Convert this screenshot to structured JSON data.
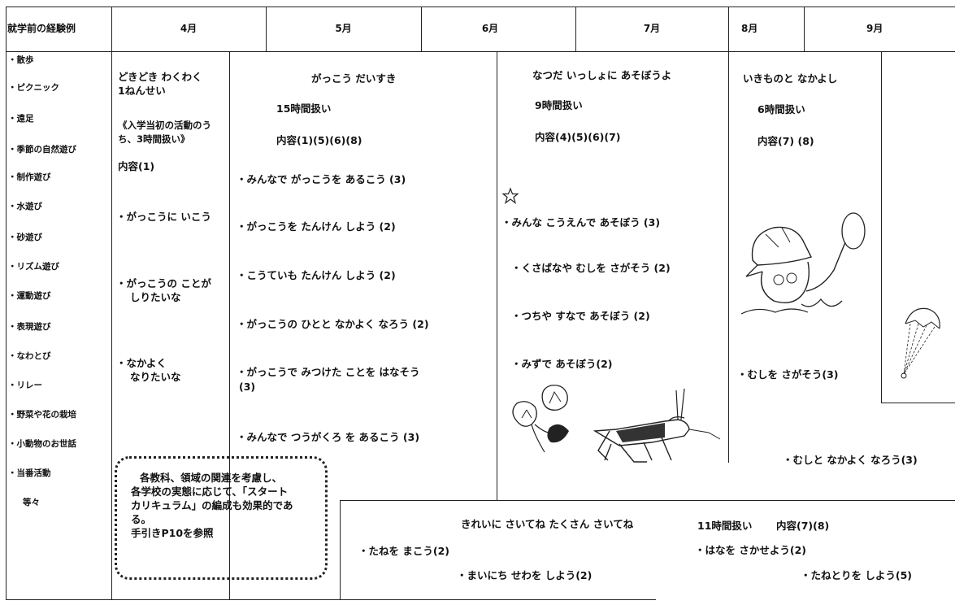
{
  "header": {
    "col0": "就学前の経験例",
    "apr": "4月",
    "may": "5月",
    "jun": "6月",
    "jul": "7月",
    "aug": "8月",
    "sep": "9月"
  },
  "experiences": [
    "・散歩",
    "・ピクニック",
    "・遠足",
    "・季節の自然遊び",
    "・制作遊び",
    "・水遊び",
    "・砂遊び",
    "・リズム遊び",
    "・運動遊び",
    "・表現遊び",
    "・なわとび",
    "・リレー",
    "・野菜や花の栽培",
    "・小動物のお世話",
    "・当番活動",
    "等々"
  ],
  "unit1": {
    "title1": "どきどき わくわく",
    "title2": "1ねんせい",
    "note1": "《入学当初の活動のう",
    "note2": "ち、3時間扱い》",
    "content": "内容(1)",
    "a1": "・がっこうに いこう",
    "a2a": "・がっこうの ことが",
    "a2b": "しりたいな",
    "a3a": "・なかよく",
    "a3b": "なりたいな"
  },
  "unit2": {
    "title": "がっこう だいすき",
    "hours": "15時間扱い",
    "content": "内容(1)(5)(6)(8)",
    "a1": "・みんなで がっこうを あるこう (3)",
    "a2": "・がっこうを たんけん しよう (2)",
    "a3": "・こうていも たんけん しよう (2)",
    "a4": "・がっこうの ひとと なかよく なろう (2)",
    "a5a": "・がっこうで みつけた ことを はなそう",
    "a5b": "(3)",
    "a6": "・みんなで つうがくろ を あるこう (3)"
  },
  "unit3": {
    "title": "なつだ いっしょに あそぼうよ",
    "hours": "9時間扱い",
    "content": "内容(4)(5)(6)(7)",
    "a1": "・みんな こうえんで あそぼう (3)",
    "a2": "・くさばなや むしを さがそう (2)",
    "a3": "・つちや すなで あそぼう (2)",
    "a4": "・みずで あそぼう(2)"
  },
  "unit4": {
    "title": "いきものと なかよし",
    "hours": "6時間扱い",
    "content": "内容(7) (8)",
    "a1": "・むしを さがそう(3)",
    "a2": "・むしと なかよく なろう(3)"
  },
  "unit5": {
    "title": "きれいに さいてね たくさん さいてね",
    "hours": "11時間扱い",
    "content": "内容(7)(8)",
    "a1": "・たねを まこう(2)",
    "a2": "・まいにち せわを しよう(2)",
    "a3": "・はなを さかせよう(2)",
    "a4": "・たねとりを しよう(5)"
  },
  "note": {
    "l1": "各教科、領域の関連を考慮し、",
    "l2": "各学校の実態に応じて、「スタート",
    "l3": "カリキュラム」の編成も効果的であ",
    "l4": "る。",
    "l5": "手引きP10を参照"
  },
  "colors": {
    "line": "#222222",
    "text": "#111111"
  },
  "illustrations": [
    "child-with-net-illustration",
    "morning-glory-illustration",
    "grasshopper-illustration",
    "dandelion-seed-illustration",
    "star-icon"
  ]
}
